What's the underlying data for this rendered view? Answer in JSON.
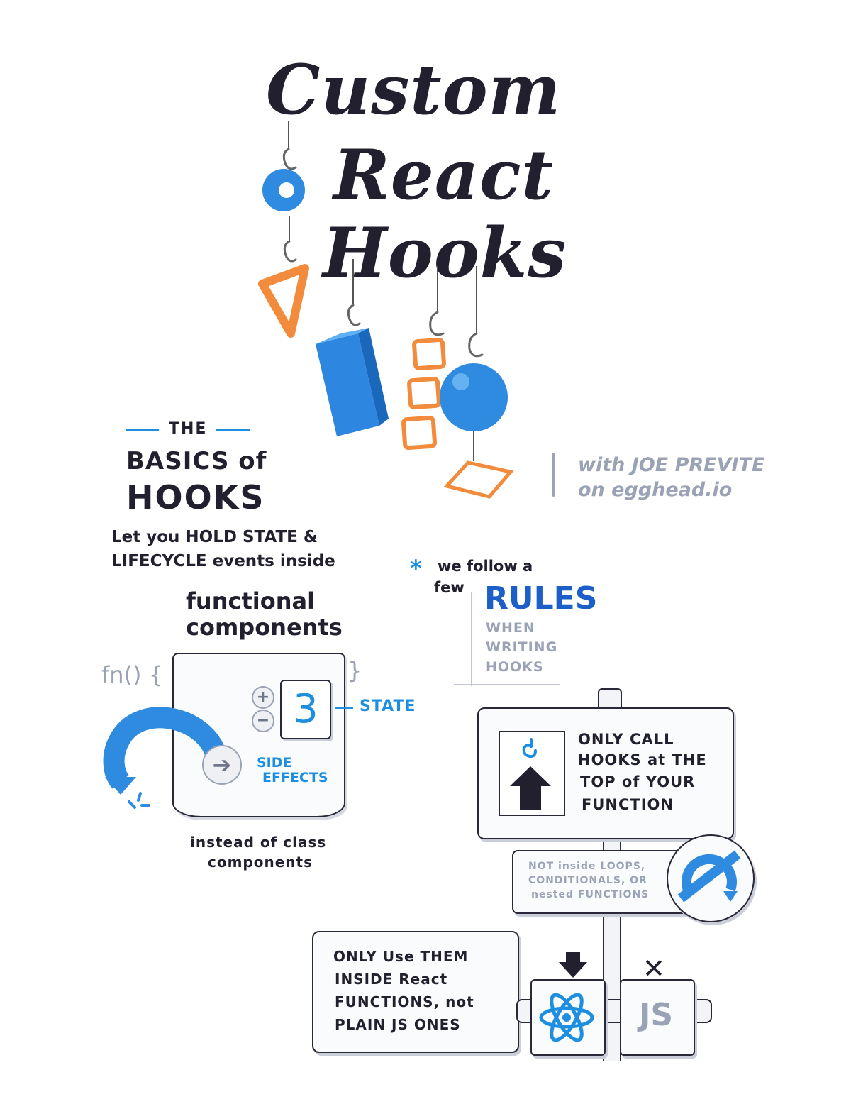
{
  "title": {
    "line1": "Custom",
    "line2": "React",
    "line3": "Hooks"
  },
  "credit": {
    "line1": "with JOE PREVITE",
    "line2": "on egghead.io"
  },
  "basics": {
    "the": "THE",
    "heading1": "BASICS of",
    "heading2": "HOOKS",
    "desc1": "Let you HOLD STATE &",
    "desc2": "LIFECYCLE events inside",
    "fc1": "functional",
    "fc2": "components",
    "fn_open": "fn() {",
    "fn_close": "}",
    "state_value": "3",
    "state_label": "STATE",
    "plus": "+",
    "minus": "−",
    "side_effects1": "SIDE",
    "side_effects2": "EFFECTS",
    "instead1": "instead of class",
    "instead2": "components"
  },
  "rules": {
    "intro1": "we follow a",
    "intro2": "few",
    "heading": "RULES",
    "sub1": "WHEN",
    "sub2": "WRITING",
    "sub3": "HOOKS",
    "rule1": [
      "ONLY CALL",
      "HOOKS at THE",
      "TOP of YOUR",
      "FUNCTION"
    ],
    "rule1_note": [
      "NOT inside LOOPS,",
      "CONDITIONALS, OR",
      "nested FUNCTIONS"
    ],
    "rule2": [
      "ONLY Use THEM",
      "INSIDE React",
      "FUNCTIONS, not",
      "PLAIN JS ONES"
    ],
    "js_label": "JS"
  },
  "colors": {
    "ink": "#22202e",
    "accent": "#1e8fe0",
    "grey": "#9aa3b5",
    "orange": "#f28b3c"
  }
}
